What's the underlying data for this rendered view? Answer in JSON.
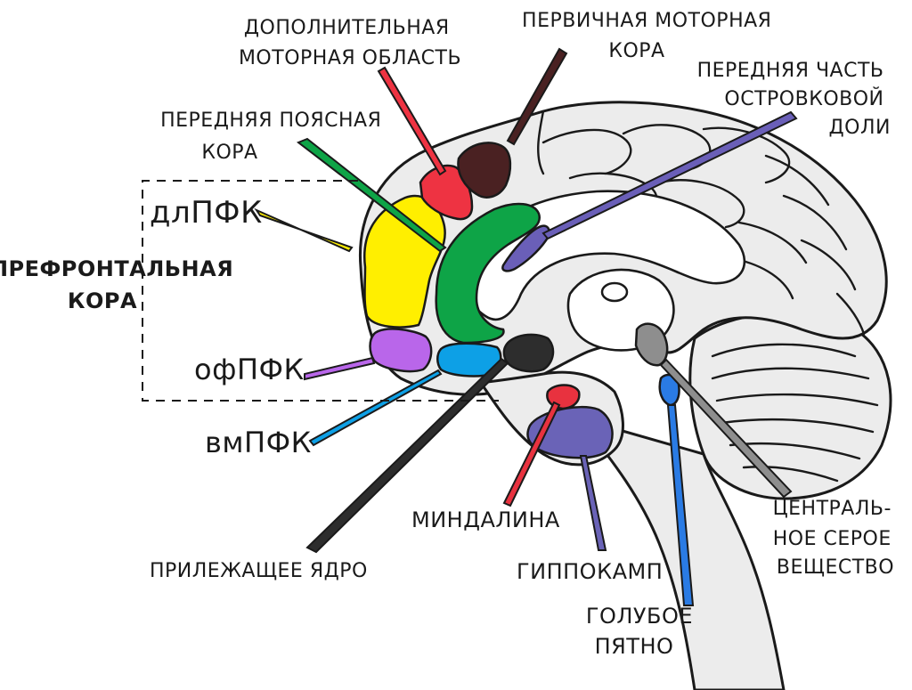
{
  "labels": {
    "supplementary_motor": [
      "ДОПОЛНИТЕЛЬНАЯ",
      "МОТОРНАЯ ОБЛАСТЬ"
    ],
    "primary_motor": [
      "ПЕРВИЧНАЯ МОТОРНАЯ",
      "КОРА"
    ],
    "anterior_insula": [
      "ПЕРЕДНЯЯ ЧАСТЬ",
      "ОСТРОВКОВОЙ",
      "ДОЛИ"
    ],
    "anterior_cingulate": [
      "ПЕРЕДНЯЯ ПОЯСНАЯ",
      "КОРА"
    ],
    "dlpfc": "длПФК",
    "prefrontal": [
      "ПРЕФРОНТАЛЬНАЯ",
      "КОРА"
    ],
    "ofpfc": "офПФК",
    "vmpfc": "вмПФК",
    "amygdala": "МИНДАЛИНА",
    "nucleus_accumbens": "ПРИЛЕЖАЩЕЕ ЯДРО",
    "hippocampus": "ГИППОКАМП",
    "locus_coeruleus": [
      "ГОЛУБОЕ",
      "ПЯТНО"
    ],
    "periaqueductal_gray": [
      "ЦЕНТРАЛЬ-",
      "НОЕ СЕРОЕ",
      "ВЕЩЕСТВО"
    ]
  },
  "colors": {
    "dlpfc": "#ffef00",
    "anterior_cingulate": "#0ea447",
    "supplementary_motor": "#ee3342",
    "primary_motor": "#4a2122",
    "anterior_insula": "#6a5fb8",
    "ofpfc": "#b966ea",
    "vmpfc": "#0da0e6",
    "nucleus_accumbens": "#2d2d2d",
    "amygdala": "#e8323f",
    "hippocampus": "#6a63b7",
    "periaqueductal_gray": "#8e8e8e",
    "locus_coeruleus": "#2a7be4",
    "brain": "#ececec"
  }
}
